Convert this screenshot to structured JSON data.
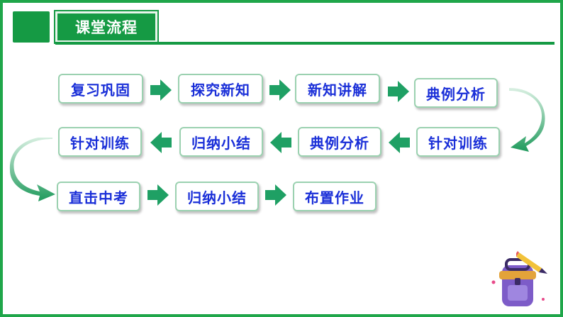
{
  "header": {
    "title": "课堂流程"
  },
  "flow": {
    "row1": [
      "复习巩固",
      "探究新知",
      "新知讲解",
      "典例分析"
    ],
    "row2": [
      "针对训练",
      "归纳小结",
      "典例分析",
      "针对训练"
    ],
    "row3": [
      "直击中考",
      "归纳小结",
      "布置作业"
    ]
  },
  "colors": {
    "green": "#159a44",
    "box_border": "#9bd1b0",
    "text_blue": "#1a2fd8",
    "arrow": "#1fa064"
  },
  "icons": [
    "right-arrow-icon",
    "left-arrow-icon",
    "curved-arrow-icon",
    "backpack-icon",
    "pencil-icon"
  ]
}
